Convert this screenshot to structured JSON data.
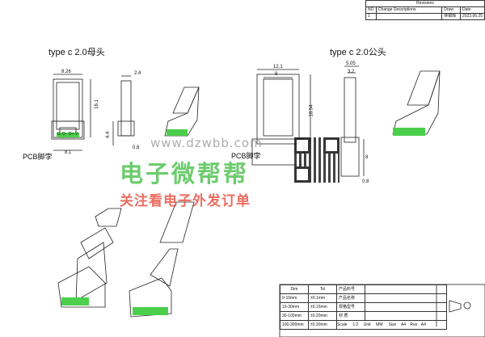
{
  "revisions": {
    "title": "Revisions",
    "headers": [
      "NO",
      "Change Descriptione",
      "Draw",
      "Date"
    ],
    "row": [
      "1",
      "",
      "林锦辉",
      "2023.06.25"
    ]
  },
  "titles": {
    "left": "type c 2.0母头",
    "right": "type c 2.0公头"
  },
  "left_dims": {
    "width_top": "8.26",
    "height": "16.1",
    "thick": "2.4",
    "pin_h": "4.4",
    "pin_w": "0.8",
    "bottom_w": "8.1",
    "pcb": "PCB脚孛"
  },
  "right_dims": {
    "outer": "12.1",
    "inner": "9",
    "height": "18.54",
    "side_w": "5.05",
    "side_inner": "3.2",
    "side_h": "8",
    "bottom": "0.8",
    "pcb": "PCB脚孛"
  },
  "pin_labels": [
    "G",
    "D-",
    "D+",
    "V"
  ],
  "watermark": {
    "url": "www.dzwbb.com",
    "line1": "电子微帮帮",
    "line2": "关注看电子外发订单"
  },
  "title_block": {
    "header_dim": "Dim",
    "header_tol": "Tol",
    "rows": [
      {
        "dim": "0-10mm",
        "tol": "±0.1mm",
        "field": "产品料号"
      },
      {
        "dim": "10-30mm",
        "tol": "±0.15mm",
        "field": "产品名称"
      },
      {
        "dim": "30-100mm",
        "tol": "±0.20mm",
        "field": "规格型号"
      },
      {
        "dim": "100-300mm",
        "tol": "±0.30mm",
        "field": "材  质"
      }
    ],
    "scale_label": "Scale",
    "scale": "1:2",
    "unit_label": "Unit",
    "unit": "MM",
    "size_label": "Size",
    "size": "A4",
    "rve_label": "Rve",
    "rve": "A4"
  },
  "colors": {
    "pins": "#4ccf4c",
    "wm_green": "#3dbb3d",
    "wm_red": "#e64a3a"
  }
}
